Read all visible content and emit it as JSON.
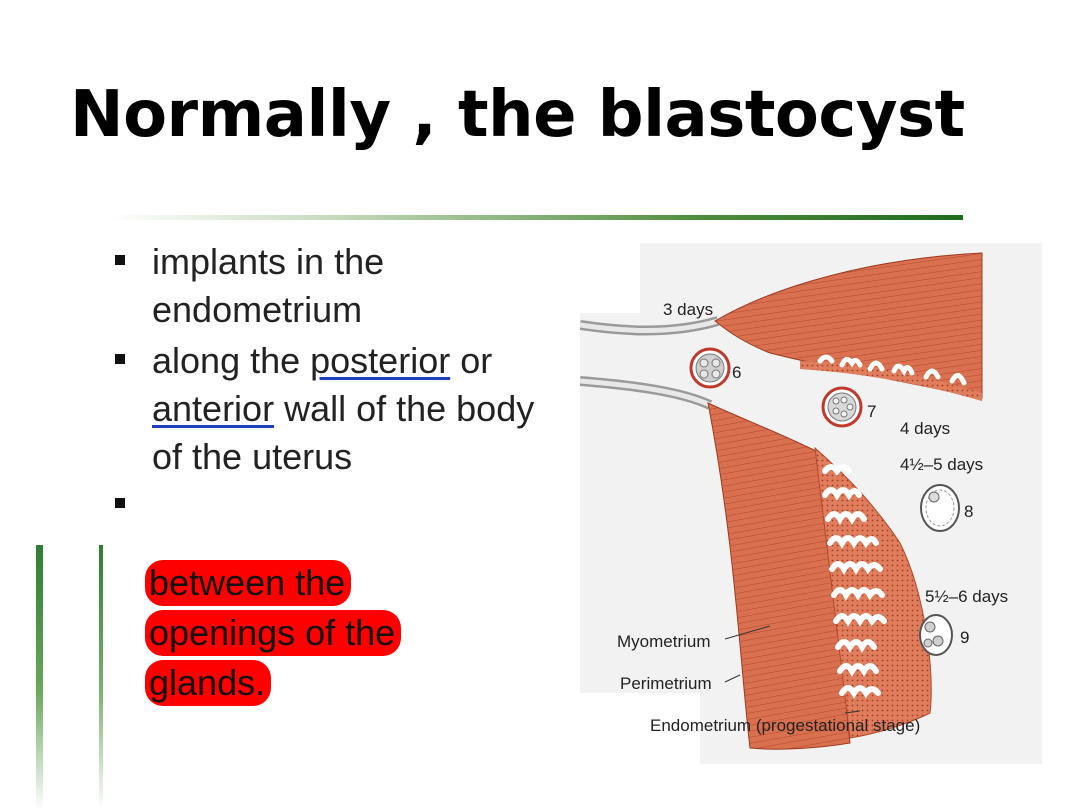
{
  "slide": {
    "title": "Normally , the blastocyst",
    "bullets": [
      {
        "text": "implants in the endometrium"
      },
      {
        "before": "along the ",
        "link1": "posterior",
        "middle": " or ",
        "link2": "anterior",
        "after": " wall of the body of the uterus"
      }
    ],
    "highlight_lines": [
      "between the",
      "openings of the",
      "glands."
    ]
  },
  "figure": {
    "labels": {
      "day3": "3 days",
      "stage6": "6",
      "stage7": "7",
      "day4": "4 days",
      "day4_5": "4½–5 days",
      "stage8": "8",
      "day5_6": "5½–6 days",
      "stage9": "9",
      "myometrium": "Myometrium",
      "perimetrium": "Perimetrium",
      "endometrium": "Endometrium (progestational stage)"
    }
  },
  "colors": {
    "highlight": "#ff0000",
    "accent_green": "#2e7d32",
    "tissue": "#d9704f",
    "link_underline": "#1f3fbf"
  }
}
